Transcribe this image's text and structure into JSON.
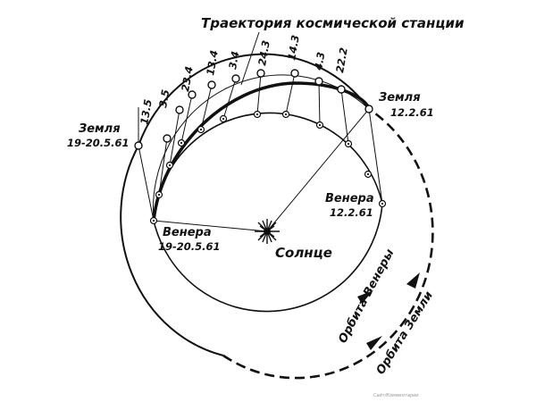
{
  "diagram": {
    "title": "Траектория космической станции",
    "sun_label": "Солнце",
    "earth_start": {
      "name": "Земля",
      "date": "12.2.61"
    },
    "earth_end": {
      "name": "Земля",
      "date": "19-20.5.61"
    },
    "venus_start": {
      "name": "Венера",
      "date": "12.2.61"
    },
    "venus_end": {
      "name": "Венера",
      "date": "19-20.5.61"
    },
    "venus_orbit_label": "Орбита Венеры",
    "earth_orbit_label": "Орбита Земли",
    "date_ticks": [
      "13.5",
      "3.5",
      "23.4",
      "13.4",
      "3.4",
      "24.3",
      "14.3",
      "4.3",
      "22.2"
    ],
    "watermark": "Сайт/Комментарии",
    "colors": {
      "ink": "#111111",
      "background": "#ffffff"
    }
  }
}
